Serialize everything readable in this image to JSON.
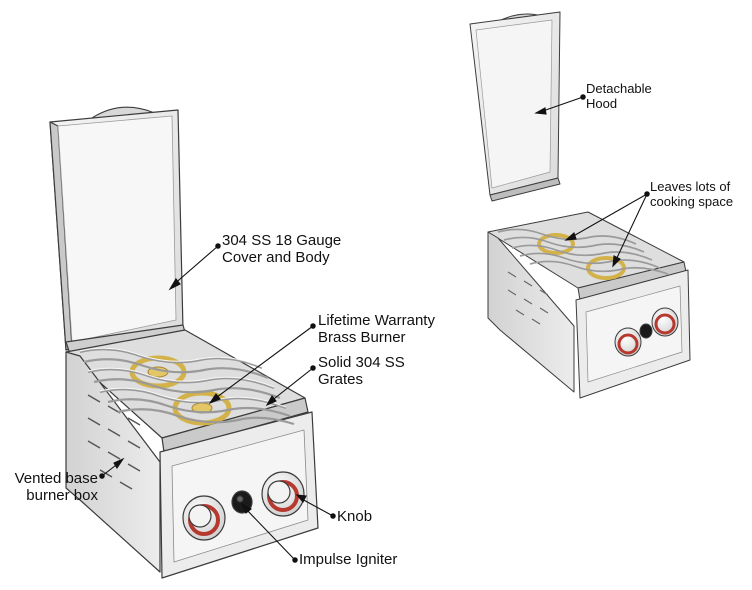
{
  "labels": {
    "cover": [
      "304 SS 18 Gauge",
      "Cover and Body"
    ],
    "burner": [
      "Lifetime Warranty",
      "Brass Burner"
    ],
    "grates": [
      "Solid 304 SS",
      "Grates"
    ],
    "vented": [
      "Vented base",
      "burner box"
    ],
    "knob": "Knob",
    "igniter": "Impulse Igniter",
    "hood": [
      "Detachable",
      "Hood"
    ],
    "cooking": [
      "Leaves lots of",
      "cooking space"
    ]
  },
  "colors": {
    "steel": "#e4e4e4",
    "steel_dark": "#bdbdbd",
    "outline": "#3c3c3c",
    "brass": "#d4b24a",
    "knob_accent": "#b5392f",
    "leader": "#111111"
  }
}
